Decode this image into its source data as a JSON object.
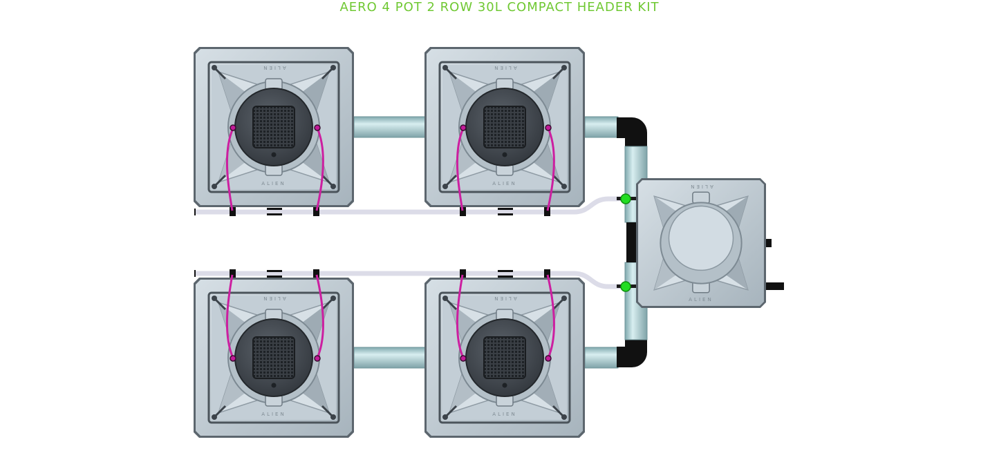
{
  "title": "AERO 4 POT 2 ROW 30L COMPACT HEADER KIT",
  "colors": {
    "title": "#6fc832",
    "pot_body": "#b9c5ce",
    "pot_inner": "#cfd8df",
    "lid": "#4a5058",
    "net_basket": "#2c3035",
    "tube_pink": "#cc1fa0",
    "pipe": "#a9cbd0",
    "elbow": "#111111",
    "feed_line": "#dcdce8",
    "valve": "#22dd22"
  },
  "pots": [
    {
      "id": "pot-top-left",
      "logo": "ALIEN"
    },
    {
      "id": "pot-top-right",
      "logo": "ALIEN"
    },
    {
      "id": "pot-bottom-left",
      "logo": "ALIEN"
    },
    {
      "id": "pot-bottom-right",
      "logo": "ALIEN"
    }
  ],
  "reservoir": {
    "logo": "ALIEN"
  }
}
